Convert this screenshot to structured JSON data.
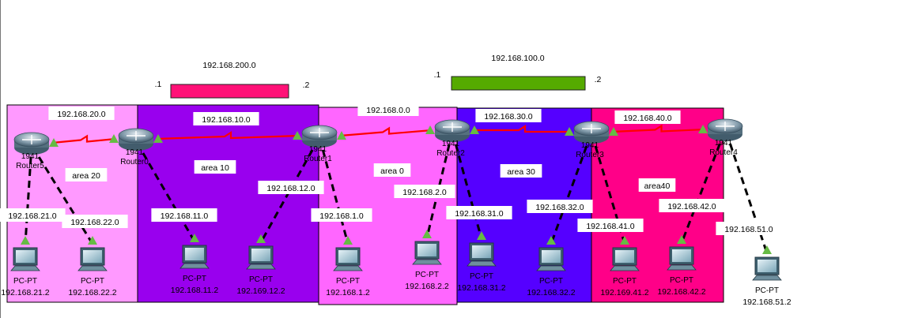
{
  "colors": {
    "area20": "#ff99ff",
    "area10": "#9900ee",
    "area0": "#ff66ff",
    "area30": "#5500ff",
    "area40": "#ff0088",
    "link_200": "#ff1177",
    "link_100": "#55aa00",
    "serial": "#ff0000",
    "ethernet": "#000000",
    "port": "#66bb44"
  },
  "areas": [
    {
      "id": "area20",
      "label": "area 20"
    },
    {
      "id": "area10",
      "label": "area 10"
    },
    {
      "id": "area0",
      "label": "area 0"
    },
    {
      "id": "area30",
      "label": "area 30"
    },
    {
      "id": "area40",
      "label": "area40"
    }
  ],
  "top_links": [
    {
      "id": "l200",
      "network": "192.168.200.0",
      "left": ".1",
      "right": ".2"
    },
    {
      "id": "l100",
      "network": "192.168.100.0",
      "left": ".1",
      "right": ".2"
    }
  ],
  "routers": [
    {
      "id": "r5",
      "model": "1941",
      "name": "Router5"
    },
    {
      "id": "r0",
      "model": "1941",
      "name": "Router0"
    },
    {
      "id": "r1",
      "model": "1941",
      "name": "Router1"
    },
    {
      "id": "r2",
      "model": "1941",
      "name": "Router2"
    },
    {
      "id": "r3",
      "model": "1941",
      "name": "Router3"
    },
    {
      "id": "r4",
      "model": "1941",
      "name": "Router4"
    }
  ],
  "serial_links": [
    {
      "from": "r5",
      "to": "r0",
      "network": "192.168.20.0"
    },
    {
      "from": "r0",
      "to": "r1",
      "network": "192.168.10.0"
    },
    {
      "from": "r1",
      "to": "r2",
      "network": "192.168.0.0"
    },
    {
      "from": "r2",
      "to": "r3",
      "network": "192.168.30.0"
    },
    {
      "from": "r3",
      "to": "r4",
      "network": "192.168.40.0"
    }
  ],
  "pcs": [
    {
      "id": "pc1",
      "router": "r5",
      "type": "PC-PT",
      "ip": "192.168.21.2",
      "network": "192.168.21.0"
    },
    {
      "id": "pc2",
      "router": "r5",
      "type": "PC-PT",
      "ip": "192.168.22.2",
      "network": "192.168.22.0"
    },
    {
      "id": "pc3",
      "router": "r0",
      "type": "PC-PT",
      "ip": "192.168.11.2",
      "network": "192.168.11.0"
    },
    {
      "id": "pc4",
      "router": "r1",
      "type": "PC-PT",
      "ip": "192.169.12.2",
      "network": "192.168.12.0"
    },
    {
      "id": "pc5",
      "router": "r1",
      "type": "PC-PT",
      "ip": "192.168.1.2",
      "network": "192.168.1.0"
    },
    {
      "id": "pc6",
      "router": "r2",
      "type": "PC-PT",
      "ip": "192.168.2.2",
      "network": "192.168.2.0"
    },
    {
      "id": "pc7",
      "router": "r2",
      "type": "PC-PT",
      "ip": "192.168.31.2",
      "network": "192.168.31.0"
    },
    {
      "id": "pc8",
      "router": "r3",
      "type": "PC-PT",
      "ip": "192.168.32.2",
      "network": "192.168.32.0"
    },
    {
      "id": "pc9",
      "router": "r3",
      "type": "PC-PT",
      "ip": "192.169.41.2",
      "network": "192.168.41.0"
    },
    {
      "id": "pc10",
      "router": "r4",
      "type": "PC-PT",
      "ip": "192.168.42.2",
      "network": "192.168.42.0"
    },
    {
      "id": "pc11",
      "router": "r4",
      "type": "PC-PT",
      "ip": "192.168.51.2",
      "network": "192.168.51.0"
    }
  ]
}
